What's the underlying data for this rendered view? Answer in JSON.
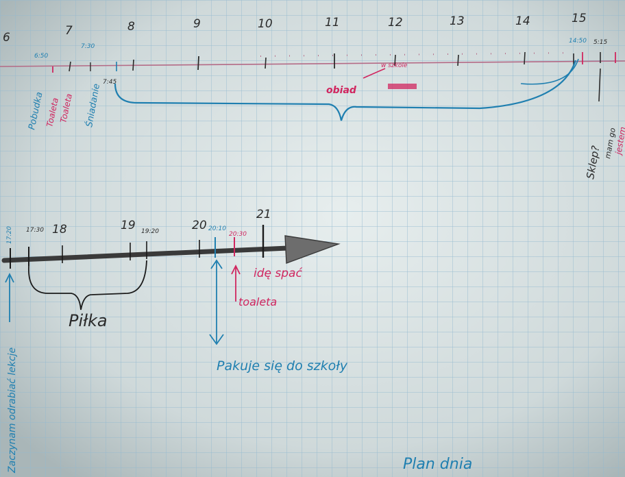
{
  "notebook": {
    "top_timeline": {
      "hours": [
        "6",
        "7",
        "8",
        "9",
        "10",
        "11",
        "12",
        "13",
        "14",
        "15"
      ],
      "time_notes": [
        "6:50",
        "7:30",
        "7:45",
        "14:50",
        "5:15"
      ],
      "notes": {
        "wake_up": "Pobudka",
        "toilet_1": "Toaleta",
        "toilet_2": "Toaleta",
        "breakfast": "Śniadanie",
        "lunch": "obiad",
        "lunch_extra": "w szkole",
        "shop": "Sklep?",
        "have_time": "mam go",
        "eat": "jestem"
      }
    },
    "bottom_timeline": {
      "hours": [
        "18",
        "19",
        "20",
        "21"
      ],
      "time_notes": [
        "17:20",
        "17:30",
        "19:20",
        "20:10",
        "20:30"
      ],
      "notes": {
        "start_lessons": "Zaczynam odrabiać lekcje",
        "football": "Piłka",
        "pack_school": "Pakuje się do szkoły",
        "toilet": "toaleta",
        "sleep": "idę spać"
      }
    },
    "footer": "Plan dnia",
    "colors": {
      "grid": "#8fb8d0",
      "pencil": "#2b2b2b",
      "blue_pen": "#1f7fb0",
      "pink_pen": "#d0265f"
    }
  }
}
